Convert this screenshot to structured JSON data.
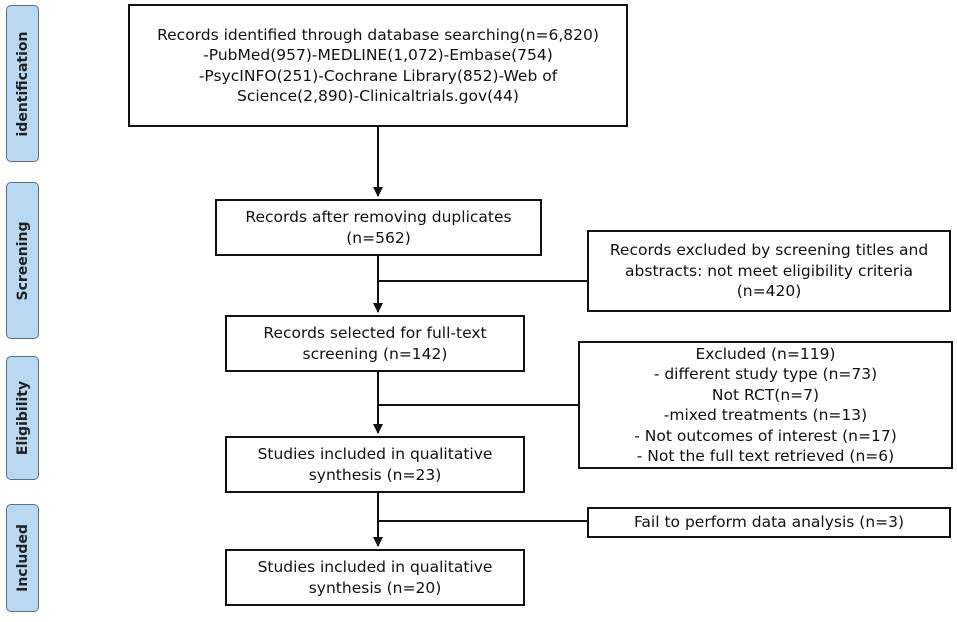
{
  "phases": {
    "identification": "identification",
    "screening": "Screening",
    "eligibility": "Eligibility",
    "included": "Included"
  },
  "boxes": {
    "identified": {
      "lines": [
        "Records identified through database searching(n=6,820)",
        "-PubMed(957)-MEDLINE(1,072)-Embase(754)",
        "-PsycINFO(251)-Cochrane Library(852)-Web of",
        "Science(2,890)-Clinicaltrials.gov(44)"
      ]
    },
    "after_duplicates": {
      "lines": [
        "Records after removing duplicates",
        "(n=562)"
      ]
    },
    "excluded_screening": {
      "lines": [
        "Records excluded by screening titles and",
        "abstracts: not meet eligibility criteria",
        "(n=420)"
      ]
    },
    "full_text": {
      "lines": [
        "Records selected for full-text",
        "screening (n=142)"
      ]
    },
    "excluded_eligibility": {
      "lines": [
        "Excluded (n=119)",
        "-  different study type  (n=73)",
        "Not RCT(n=7)",
        "-mixed treatments (n=13)",
        "- Not outcomes of interest (n=17)",
        "- Not the full text retrieved (n=6)"
      ]
    },
    "qualitative_23": {
      "lines": [
        "Studies included in qualitative",
        "synthesis (n=23)"
      ]
    },
    "fail_analysis": {
      "lines": [
        "Fail to perform data analysis (n=3)"
      ]
    },
    "qualitative_20": {
      "lines": [
        "Studies included in qualitative",
        "synthesis (n=20)"
      ]
    }
  },
  "colors": {
    "phase_fill": "#b9d9f2",
    "phase_border": "#5b6f80",
    "box_border": "#111111",
    "arrow": "#111111"
  }
}
